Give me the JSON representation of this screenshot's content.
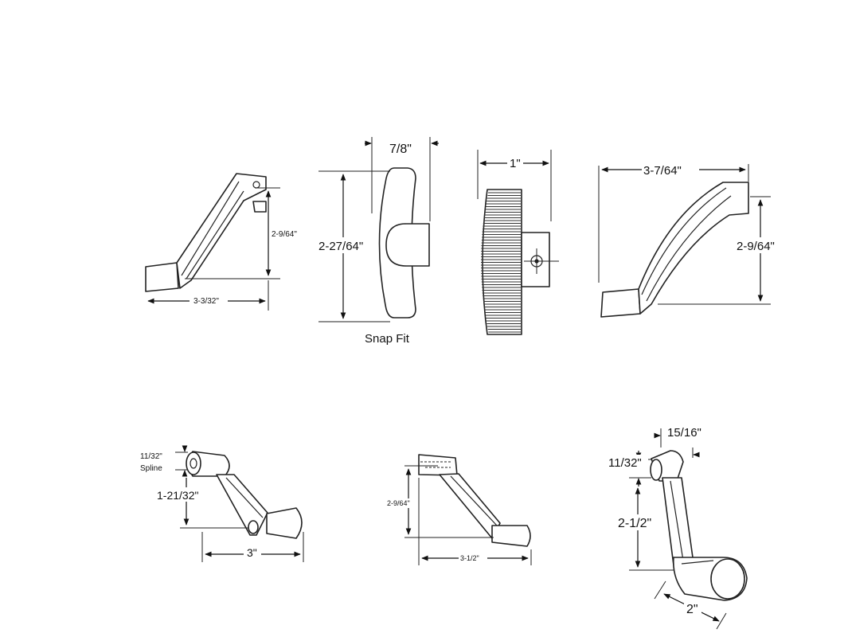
{
  "figures": [
    {
      "name": "crank-handle-a",
      "dims": [
        "2-9/64\"",
        "3-3/32\""
      ]
    },
    {
      "name": "snap-fit-knob-side",
      "dims": [
        "7/8\"",
        "2-27/64\""
      ],
      "caption": "Snap Fit"
    },
    {
      "name": "knurled-knob-side",
      "dims": [
        "1\""
      ]
    },
    {
      "name": "crank-handle-b",
      "dims": [
        "3-7/64\"",
        "2-9/64\""
      ]
    },
    {
      "name": "crank-handle-c",
      "dims": [
        "11/32\"",
        "Spline",
        "1-21/32\"",
        "3\""
      ]
    },
    {
      "name": "crank-handle-d",
      "dims": [
        "2-9/64\"",
        "3-1/2\""
      ]
    },
    {
      "name": "crank-handle-e",
      "dims": [
        "15/16\"",
        "11/32\"",
        "2-1/2\"",
        "2\""
      ]
    }
  ]
}
